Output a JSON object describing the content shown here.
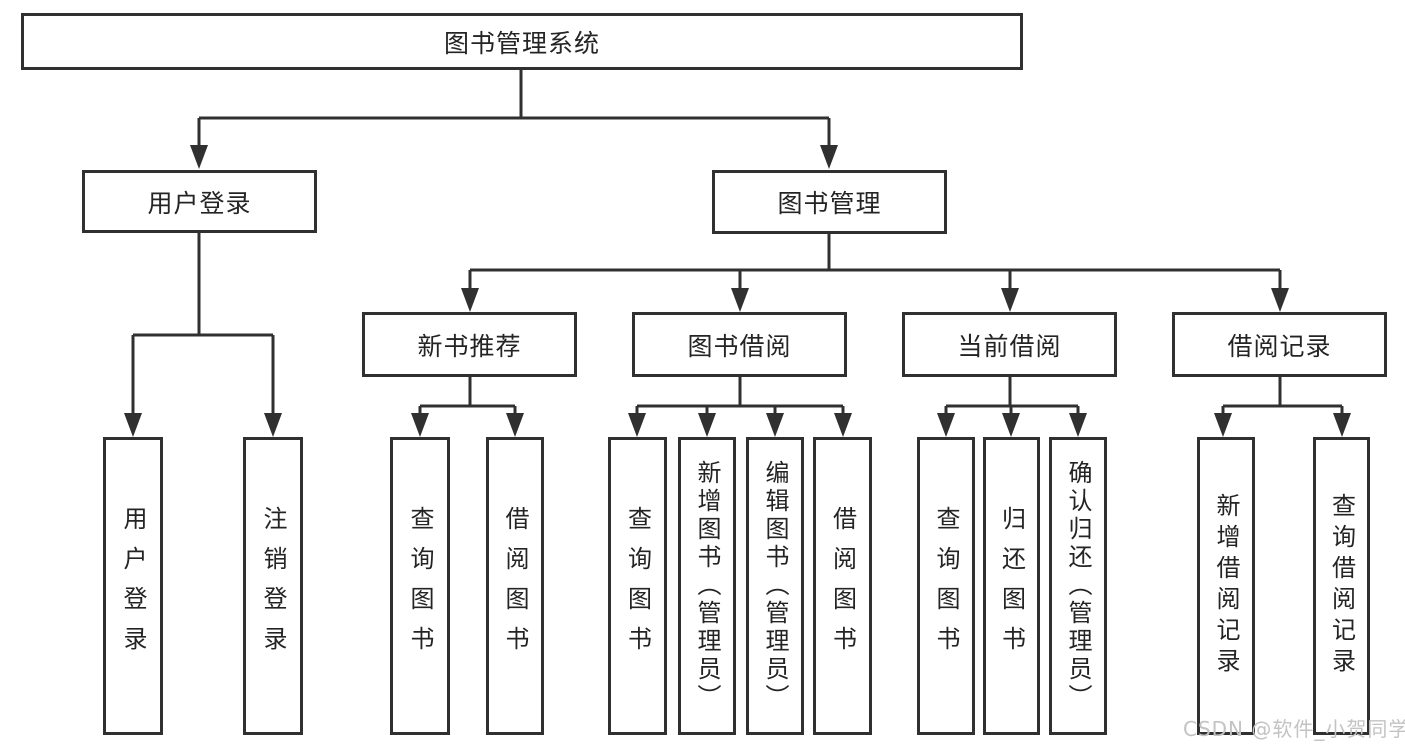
{
  "diagram": {
    "root": {
      "label": "图书管理系统"
    },
    "branches": {
      "user_login": {
        "label": "用户登录",
        "children": [
          {
            "label": "用户登录"
          },
          {
            "label": "注销登录"
          }
        ]
      },
      "book_management": {
        "label": "图书管理",
        "children": [
          {
            "label": "新书推荐",
            "children": [
              {
                "label": "查询图书"
              },
              {
                "label": "借阅图书"
              }
            ]
          },
          {
            "label": "图书借阅",
            "children": [
              {
                "label": "查询图书"
              },
              {
                "label": "新增图书（管理员）"
              },
              {
                "label": "编辑图书（管理员）"
              },
              {
                "label": "借阅图书"
              }
            ]
          },
          {
            "label": "当前借阅",
            "children": [
              {
                "label": "查询图书"
              },
              {
                "label": "归还图书"
              },
              {
                "label": "确认归还（管理员）"
              }
            ]
          },
          {
            "label": "借阅记录",
            "children": [
              {
                "label": "新增借阅记录"
              },
              {
                "label": "查询借阅记录"
              }
            ]
          }
        ]
      }
    },
    "line_color": "#303030"
  },
  "watermark": {
    "text": "CSDN @软件_小贺同学"
  }
}
